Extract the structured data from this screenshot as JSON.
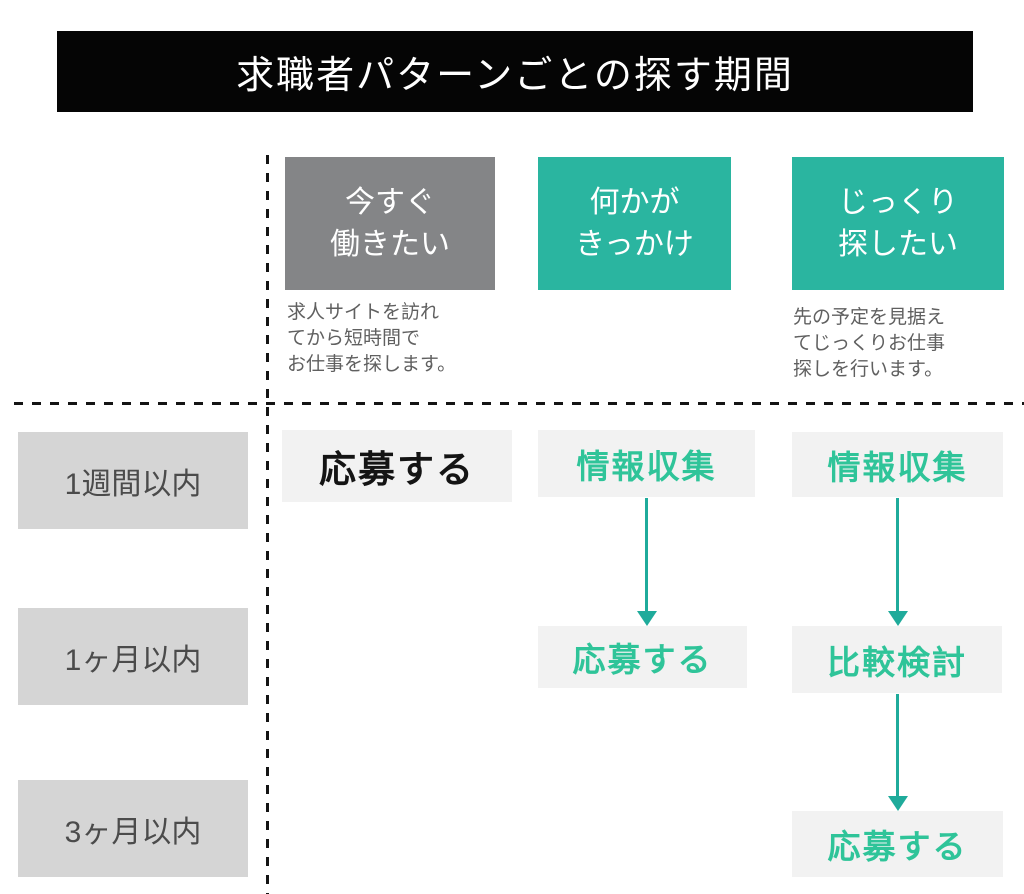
{
  "title": "求職者パターンごとの探す期間",
  "columns": [
    {
      "id": "work-immediately",
      "label": "今すぐ\n働きたい",
      "description": "求人サイトを訪れ\nてから短時間で\nお仕事を探します。"
    },
    {
      "id": "something-triggered",
      "label": "何かが\nきっかけ",
      "description": ""
    },
    {
      "id": "search-carefully",
      "label": "じっくり\n探したい",
      "description": "先の予定を見据え\nてじっくりお仕事\n探しを行います。"
    }
  ],
  "rows": [
    {
      "label": "1週間以内"
    },
    {
      "label": "1ヶ月以内"
    },
    {
      "label": "3ヶ月以内"
    }
  ],
  "cells": {
    "r1c1": "応募する",
    "r1c2": "情報収集",
    "r1c3": "情報収集",
    "r2c2": "応募する",
    "r2c3": "比較検討",
    "r3c3": "応募する"
  },
  "flow_arrows": [
    {
      "from": "r1c2",
      "to": "r2c2"
    },
    {
      "from": "r1c3",
      "to": "r2c3"
    },
    {
      "from": "r2c3",
      "to": "r3c3"
    }
  ],
  "colors": {
    "banner_bg": "#050505",
    "banner_text": "#ffffff",
    "header_gray": "#848587",
    "header_teal": "#2ab5a0",
    "cell_bg": "#f2f2f2",
    "cell_green_text": "#2fc499",
    "cell_black_text": "#141414",
    "row_label_bg": "#d5d5d5",
    "row_label_text": "#4b4b4b",
    "arrow": "#1fab9b",
    "dashed_line": "#141414",
    "description_text": "#606060"
  }
}
